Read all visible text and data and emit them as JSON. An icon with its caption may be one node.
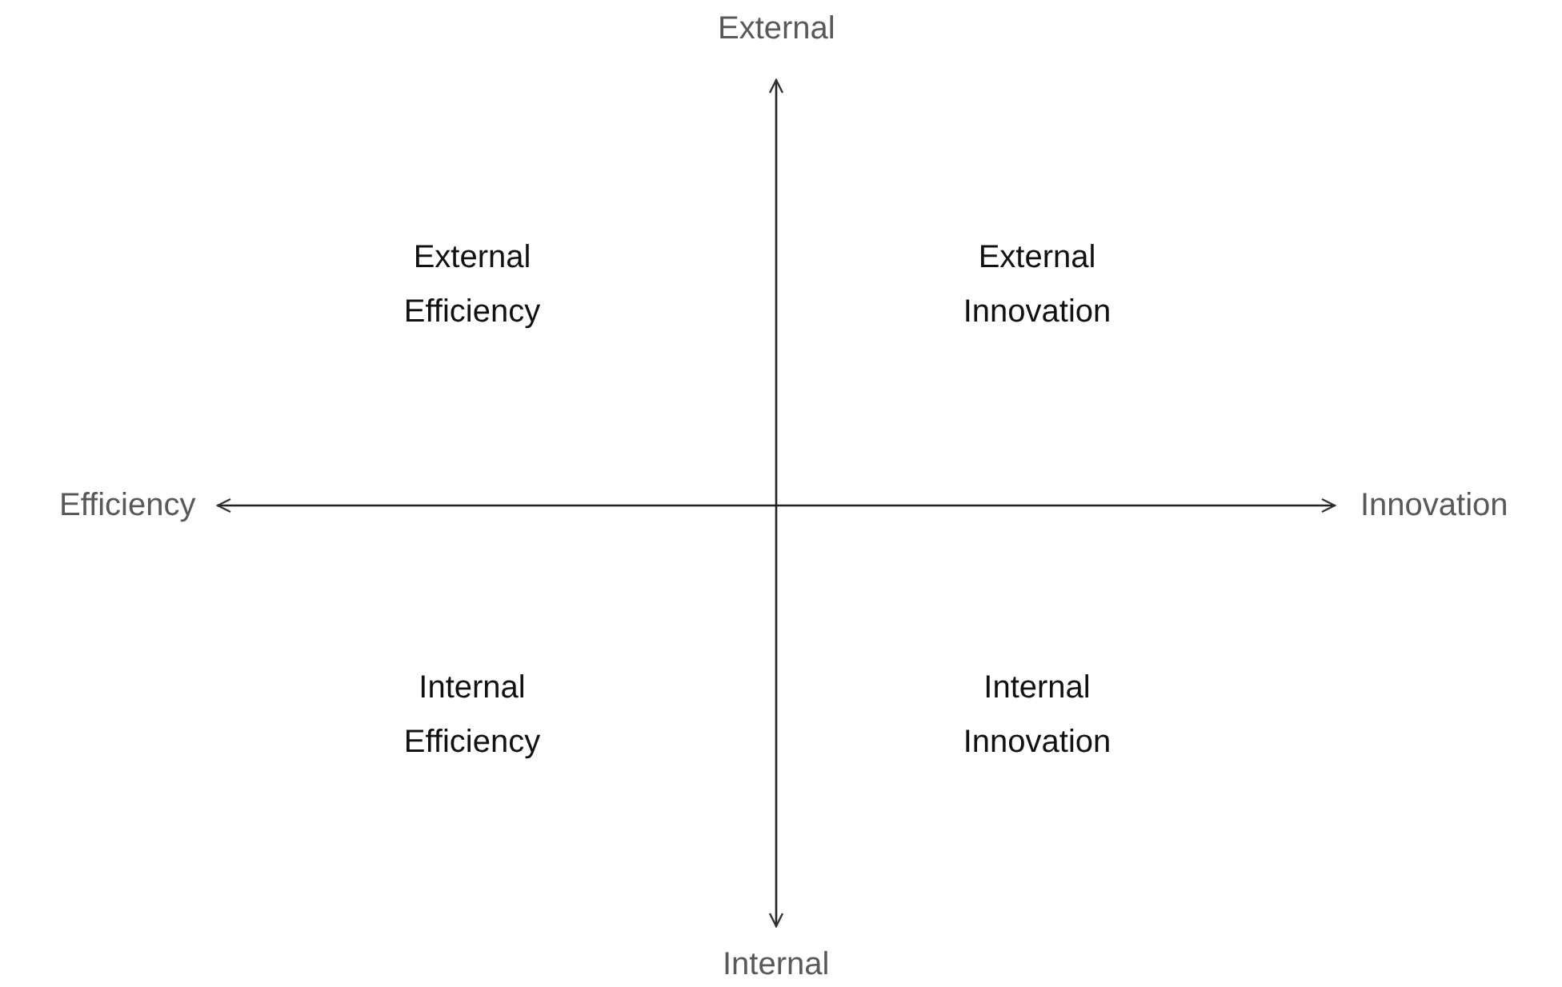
{
  "diagram": {
    "labels": [
      "External",
      "External Efficiency",
      "External Innovation",
      "Efficiency",
      "Innovation",
      "Internal Efficiency",
      "Internal Innovation",
      "Internal"
    ]
  }
}
